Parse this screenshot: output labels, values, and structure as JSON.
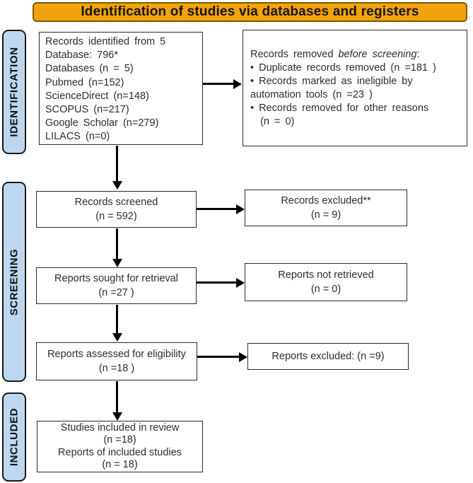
{
  "banner": {
    "title": "Identification of studies via databases and registers"
  },
  "stages": {
    "identification": "IDENTIFICATION",
    "screening": "SCREENING",
    "included": "INCLUDED"
  },
  "boxes": {
    "records_identified": {
      "lines": [
        "Records identified from 5",
        "Database: 796*",
        "Databases (n = 5)",
        "Pubmed (n=152)",
        "ScienceDirect (n=148)",
        "SCOPUS (n=217)",
        "Google Scholar (n=279)",
        "LILACS (n=0)"
      ]
    },
    "records_removed": {
      "intro_regular": "Records removed ",
      "intro_italic": "before screening",
      "intro_suffix": ":",
      "lines": [
        "• Duplicate records removed (n =181 )",
        "• Records marked as ineligible by",
        "automation tools (n =23 )",
        "• Records removed for other reasons",
        "  (n = 0)"
      ]
    },
    "records_screened": {
      "lines": [
        "Records screened",
        "(n = 592)"
      ]
    },
    "records_excluded": {
      "lines": [
        "Records excluded**",
        "(n = 9)"
      ]
    },
    "reports_sought": {
      "lines": [
        "Reports sought for retrieval",
        "(n =27 )"
      ]
    },
    "reports_not_retrieved": {
      "lines": [
        "Reports not retrieved",
        "(n = 0)"
      ]
    },
    "reports_assessed": {
      "lines": [
        "Reports assessed for eligibility",
        "(n =18 )"
      ]
    },
    "reports_excluded": {
      "lines": [
        "Reports excluded: (n =9)"
      ]
    },
    "studies_included": {
      "lines": [
        "Studies included in review",
        "(n =18)",
        "Reports of included studies",
        "(n = 18)"
      ]
    }
  },
  "colors": {
    "banner_bg": "#F2A30B",
    "banner_border": "#7A5C00",
    "stage_bg": "#BDD7EE",
    "stage_border": "#1A1A1A",
    "box_border": "#2B2B2B",
    "arrow": "#000000",
    "text": "#2D2D2D"
  }
}
